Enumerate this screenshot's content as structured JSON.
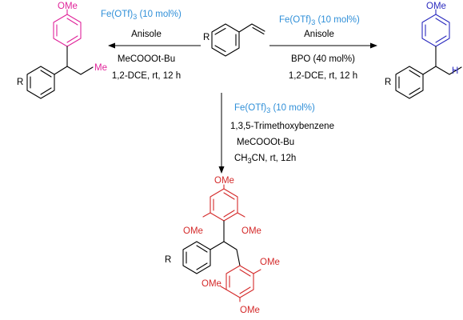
{
  "colors": {
    "catalyst": "#2f8fd8",
    "product_left": "#e0249a",
    "product_right": "#2b2bbf",
    "product_bottom": "#d42a2a",
    "reagent_text": "#000000"
  },
  "left_reaction": {
    "catalyst": "Fe(OTf)3 (10 mol%)",
    "reagent": "Anisole",
    "oxidant": "MeCOOOt-Bu",
    "conditions": "1,2-DCE, rt, 12 h"
  },
  "right_reaction": {
    "catalyst": "Fe(OTf)3 (10 mol%)",
    "reagent": "Anisole",
    "initiator": "BPO (40 mol%)",
    "conditions": "1,2-DCE, rt, 12 h"
  },
  "bottom_reaction": {
    "catalyst": "Fe(OTf)3 (10 mol%)",
    "reagent": "1,3,5-Trimethoxybenzene",
    "oxidant": "MeCOOOt-Bu",
    "conditions": "CH3CN, rt, 12h"
  },
  "structure_labels": {
    "substituent": "R",
    "methoxy": "OMe",
    "methyl": "Me",
    "hydrogen": "H"
  }
}
